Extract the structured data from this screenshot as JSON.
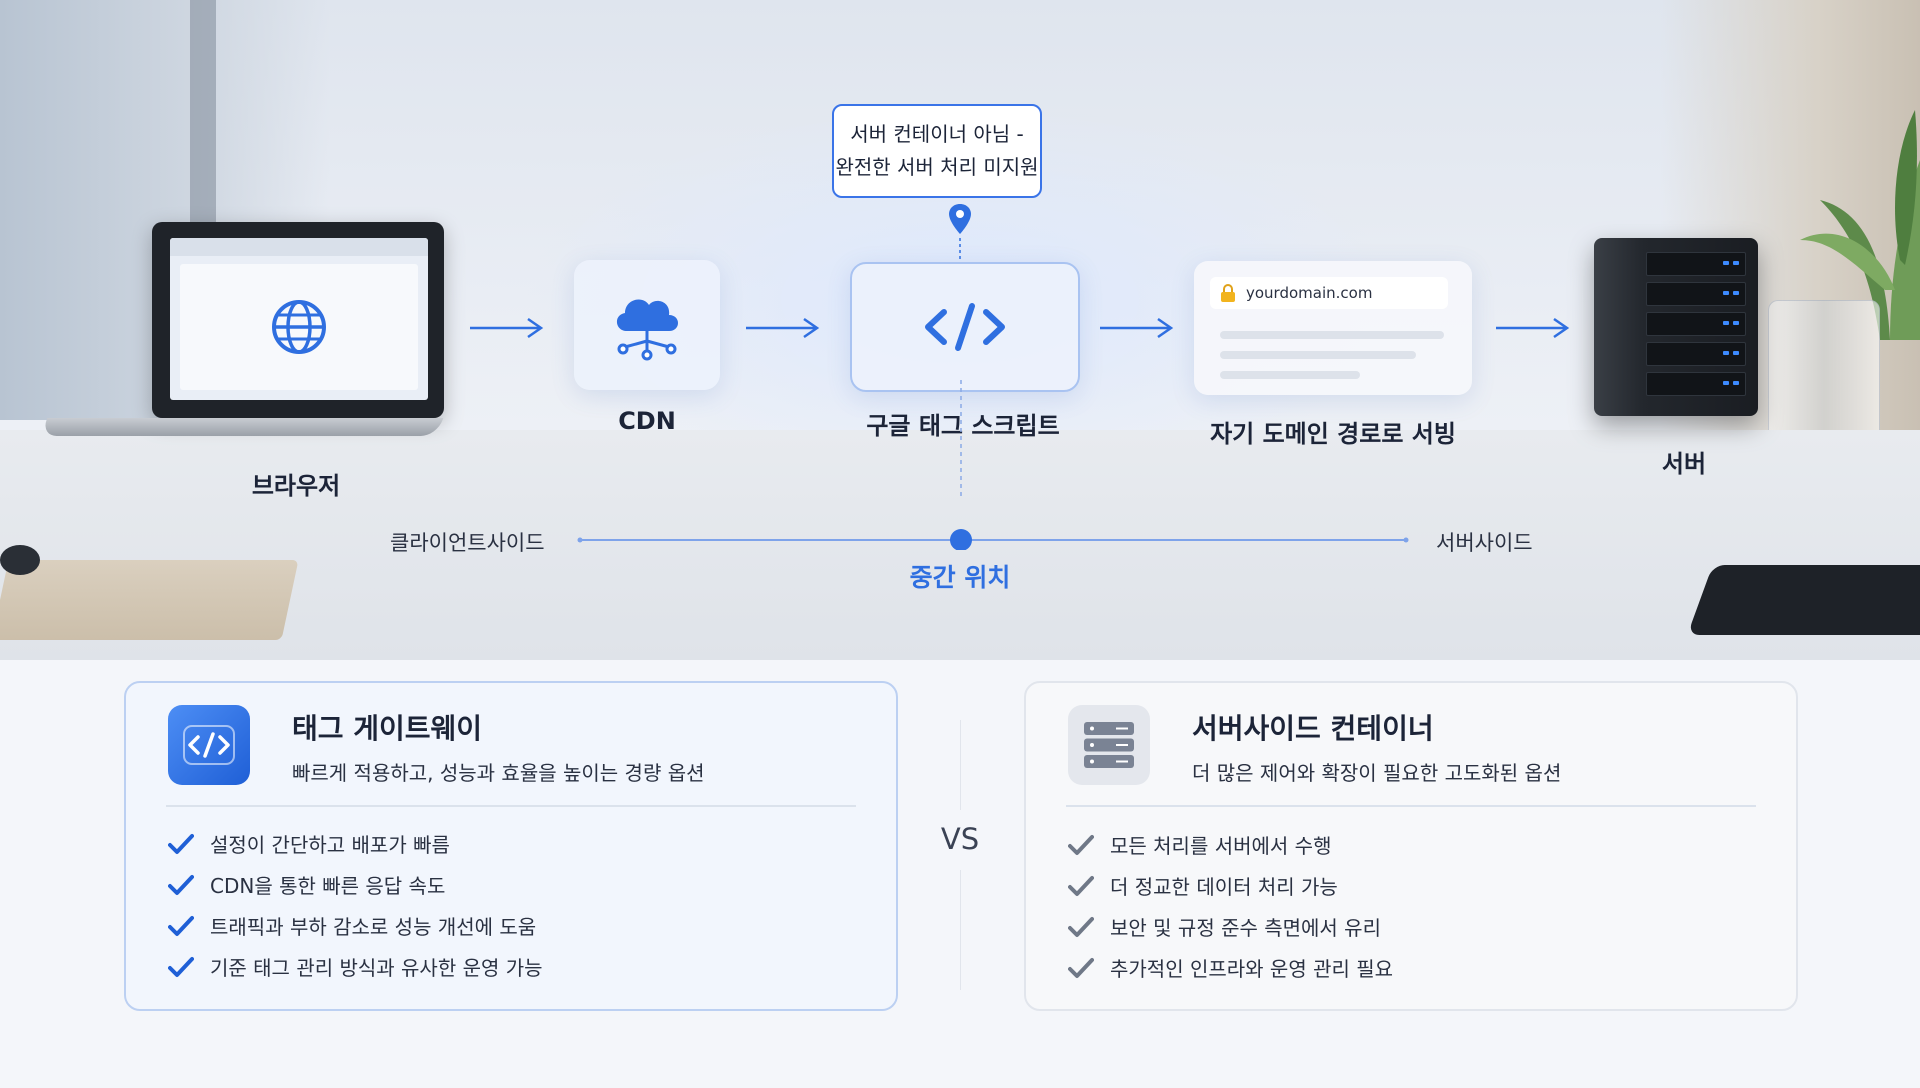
{
  "colors": {
    "accent": "#2f6fe0",
    "accent_light": "#3a74e8",
    "check_blue": "#1f5fd6",
    "check_gray": "#6f7887"
  },
  "diagram": {
    "nodes": [
      {
        "id": "browser",
        "label": "브라우저",
        "icon": "globe-icon"
      },
      {
        "id": "cdn",
        "label": "CDN",
        "icon": "cloud-network-icon"
      },
      {
        "id": "gtm",
        "label": "구글 태그 스크립트",
        "icon": "code-icon"
      },
      {
        "id": "domain",
        "label": "자기 도메인 경로로 서빙",
        "icon": "browser-url-card"
      },
      {
        "id": "server",
        "label": "서버",
        "icon": "server-rack-icon"
      }
    ],
    "url_text": "yourdomain.com",
    "callout": {
      "line1": "서버 컨테이너 아님 -",
      "line2": "완전한 서버 처리 미지원"
    },
    "axis": {
      "left": "클라이언트사이드",
      "right": "서버사이드",
      "middle": "중간 위치"
    }
  },
  "cards": {
    "left": {
      "title": "태그 게이트웨이",
      "subtitle": "빠르게 적용하고, 성능과 효율을 높이는 경량 옵션",
      "features": [
        "설정이 간단하고 배포가 빠름",
        "CDN을 통한 빠른 응답 속도",
        "트래픽과 부하 감소로 성능 개선에 도움",
        "기준 태그 관리 방식과 유사한 운영 가능"
      ]
    },
    "vs": "VS",
    "right": {
      "title": "서버사이드 컨테이너",
      "subtitle": "더 많은 제어와 확장이 필요한 고도화된 옵션",
      "features": [
        "모든 처리를 서버에서 수행",
        "더 정교한 데이터 처리 가능",
        "보안 및 규정 준수 측면에서 유리",
        "추가적인 인프라와 운영 관리 필요"
      ]
    }
  }
}
